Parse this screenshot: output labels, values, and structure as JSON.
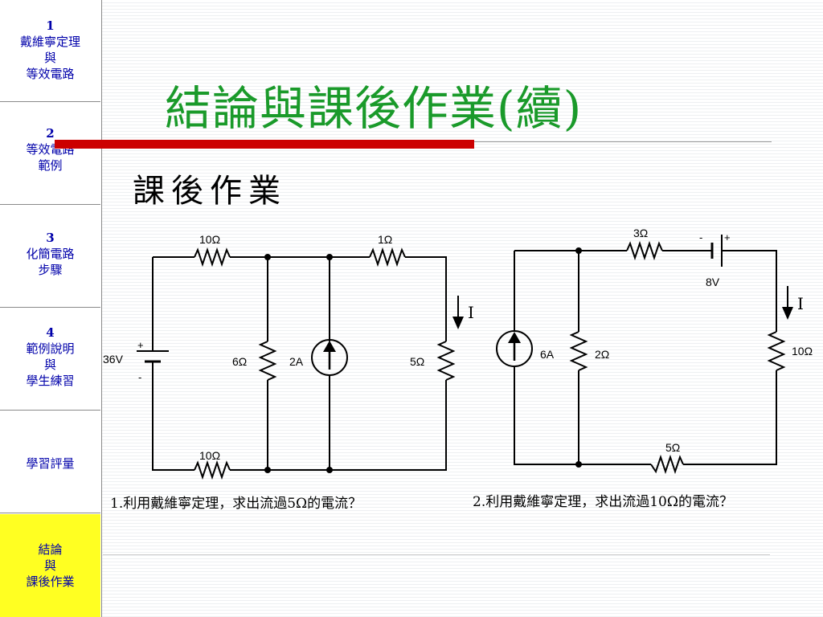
{
  "sidebar": {
    "items": [
      {
        "num": "1",
        "lines": [
          "戴維寧定理",
          "與",
          "等效電路"
        ],
        "active": false
      },
      {
        "num": "2",
        "lines": [
          "等效電路",
          "範例"
        ],
        "active": false
      },
      {
        "num": "3",
        "lines": [
          "化簡電路",
          "步驟"
        ],
        "active": false
      },
      {
        "num": "4",
        "lines": [
          "範例說明",
          "與",
          "學生練習"
        ],
        "active": false
      },
      {
        "num": "",
        "lines": [
          "學習評量"
        ],
        "active": false
      },
      {
        "num": "",
        "lines": [
          "結論",
          "與",
          "課後作業"
        ],
        "active": true
      }
    ]
  },
  "slide": {
    "title": "結論與課後作業(續)",
    "subtitle": "課後作業"
  },
  "circuit1": {
    "r_top_left": "10Ω",
    "r_top_right": "1Ω",
    "r_bottom": "10Ω",
    "r_mid": "6Ω",
    "r_right": "5Ω",
    "source_v": "36V",
    "source_i": "2A",
    "plus": "+",
    "minus": "-",
    "current": "I"
  },
  "circuit2": {
    "r_top": "3Ω",
    "source_v": "8V",
    "plus": "+",
    "minus": "-",
    "source_i": "6A",
    "r_mid": "2Ω",
    "r_right": "10Ω",
    "r_bottom": "5Ω",
    "current": "I"
  },
  "questions": {
    "q1": "1.利用戴維寧定理，求出流過5Ω的電流？",
    "q2": "2.利用戴維寧定理，求出流過10Ω的電流？"
  }
}
